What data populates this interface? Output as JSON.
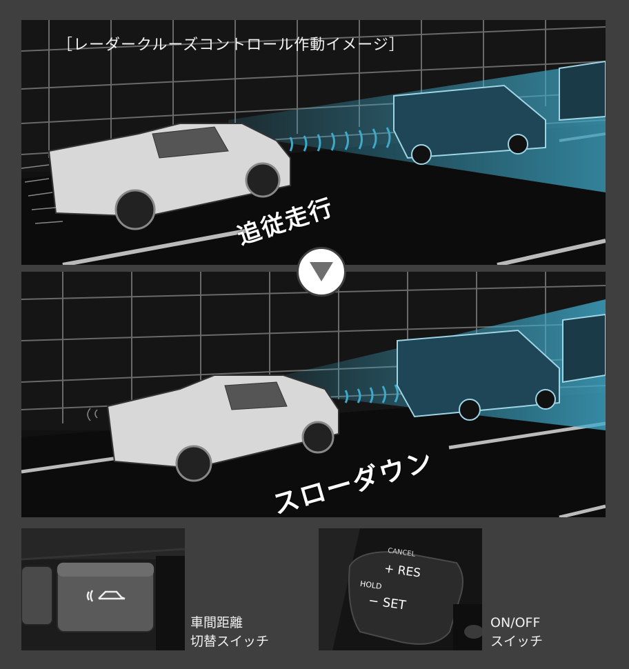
{
  "top_panel": {
    "title": "［レーダークルーズコントロール作動イメージ］",
    "label": "追従走行"
  },
  "bottom_panel": {
    "label": "スローダウン"
  },
  "arrow": {
    "icon": "down-triangle-icon",
    "color": "#6e6e6e"
  },
  "switch_photo": {
    "caption_line1": "車間距離",
    "caption_line2": "切替スイッチ"
  },
  "lever_photo": {
    "cancel_text": "CANCEL",
    "res_text": "+ RES",
    "hold_text": "HOLD",
    "set_text": "− SET",
    "caption_line1": "ON/OFF",
    "caption_line2": "スイッチ"
  },
  "colors": {
    "background": "#3f3f3f",
    "radar_beam": "#3fa9c9",
    "road": "#111111",
    "fence": "#5a5a5a"
  }
}
